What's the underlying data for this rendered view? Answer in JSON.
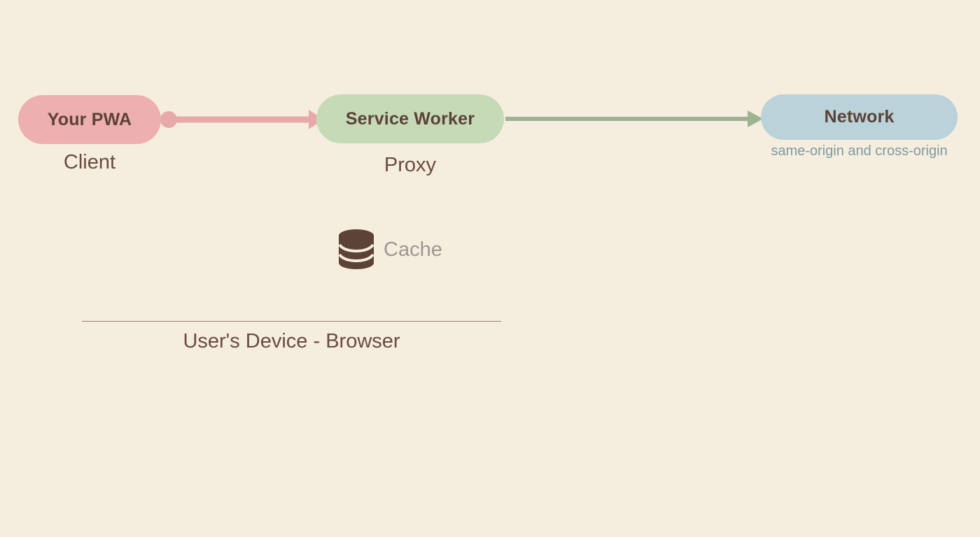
{
  "diagram": {
    "background_color": "#F5EEDE",
    "nodes": [
      {
        "id": "pwa",
        "label": "Your PWA",
        "sublabel": "Client",
        "color": "#EDAFAF",
        "text_color": "#5C4237"
      },
      {
        "id": "service-worker",
        "label": "Service Worker",
        "sublabel": "Proxy",
        "color": "#C6DAB8",
        "text_color": "#5C4237"
      },
      {
        "id": "network",
        "label": "Network",
        "sublabel": "same-origin and cross-origin",
        "color": "#BAD2DA",
        "text_color": "#5C4237",
        "sublabel_color": "#7E99A3"
      }
    ],
    "connectors": [
      {
        "id": "pwa-to-service-worker",
        "from": "pwa",
        "to": "service-worker",
        "color": "#E8A9A9",
        "start_marker": "dot",
        "end_marker": "arrowhead"
      },
      {
        "id": "service-worker-to-network",
        "from": "service-worker",
        "to": "network",
        "color": "#9DB394",
        "start_marker": "none",
        "end_marker": "arrowhead"
      }
    ],
    "storage": {
      "icon": "database-icon",
      "label": "Cache",
      "icon_color": "#5C4237",
      "label_color": "#A39490"
    },
    "boundary": {
      "label": "User's Device - Browser",
      "line_color": "#9C7E77",
      "label_color": "#6B4A42"
    }
  }
}
